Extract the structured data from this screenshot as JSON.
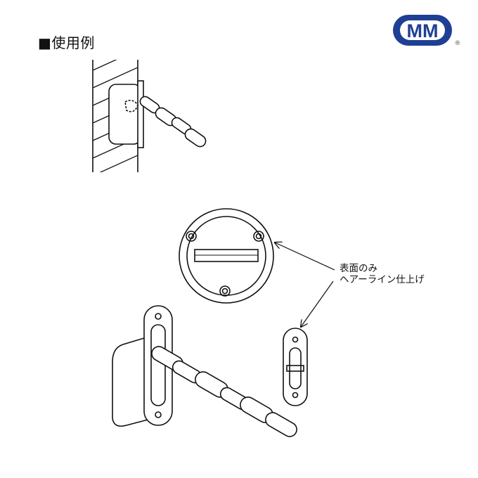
{
  "heading": "■使用例",
  "logo": {
    "text": "MM",
    "registered": "®",
    "color": "#1f3f95"
  },
  "note": {
    "line1": "表面のみ",
    "line2": "ヘアーライン仕上げ"
  }
}
